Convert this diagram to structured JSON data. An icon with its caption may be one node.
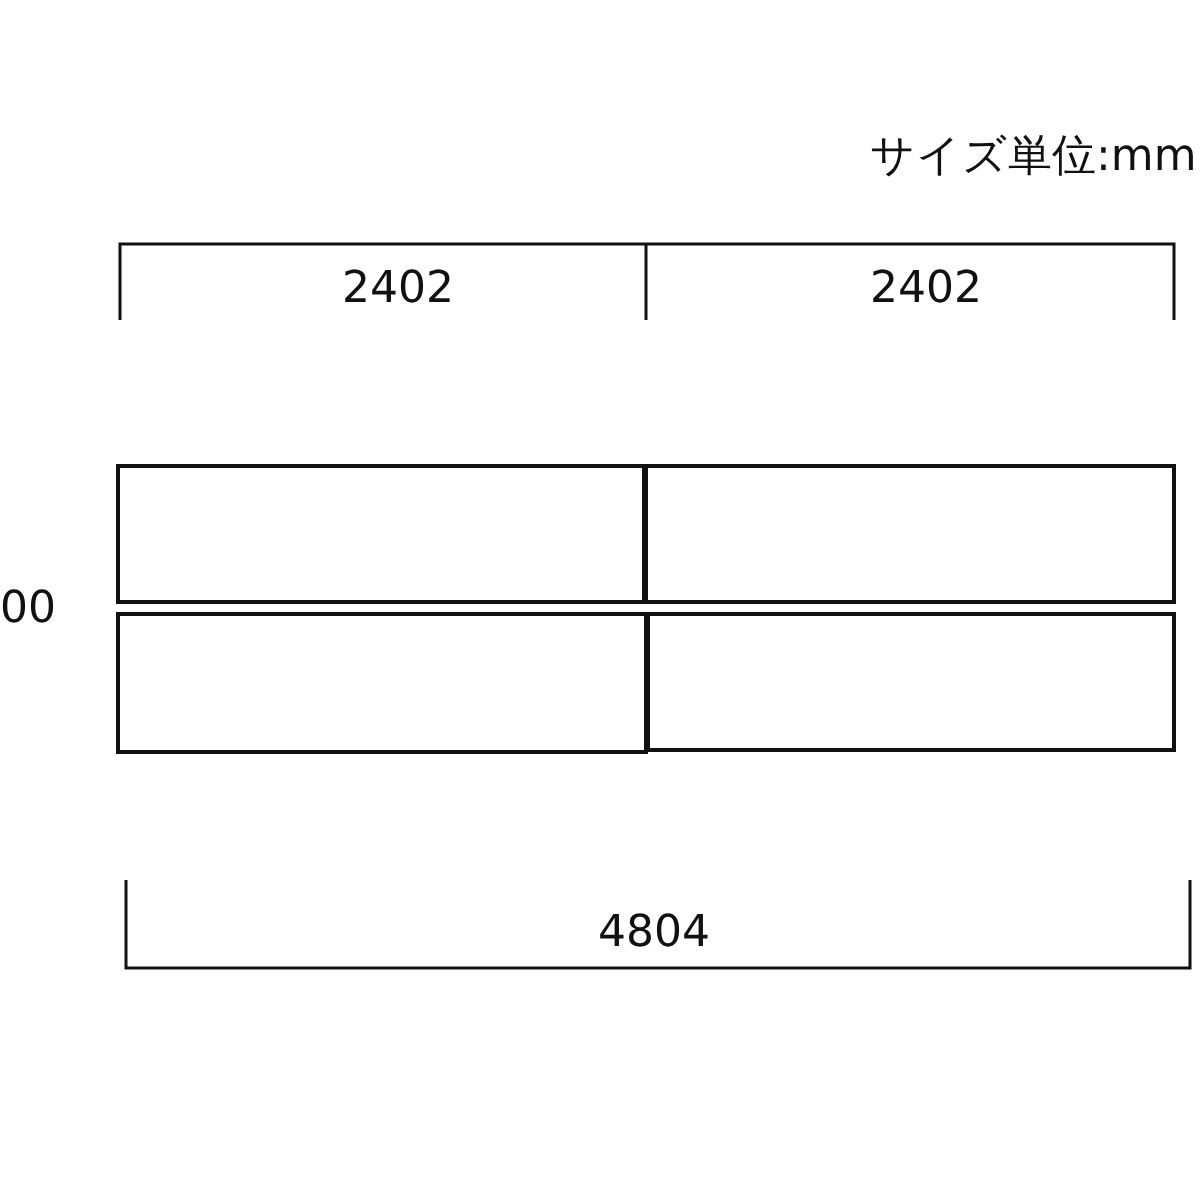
{
  "diagram": {
    "nodes": [
      {
        "text": [],
        "shape": "box"
      },
      {
        "text": [],
        "shape": "box"
      },
      {
        "text": [],
        "shape": "box"
      },
      {
        "text": [],
        "shape": "box"
      }
    ],
    "labels": [
      "サイズ単位:mm",
      "2402",
      "2402",
      "00",
      "4804"
    ]
  }
}
